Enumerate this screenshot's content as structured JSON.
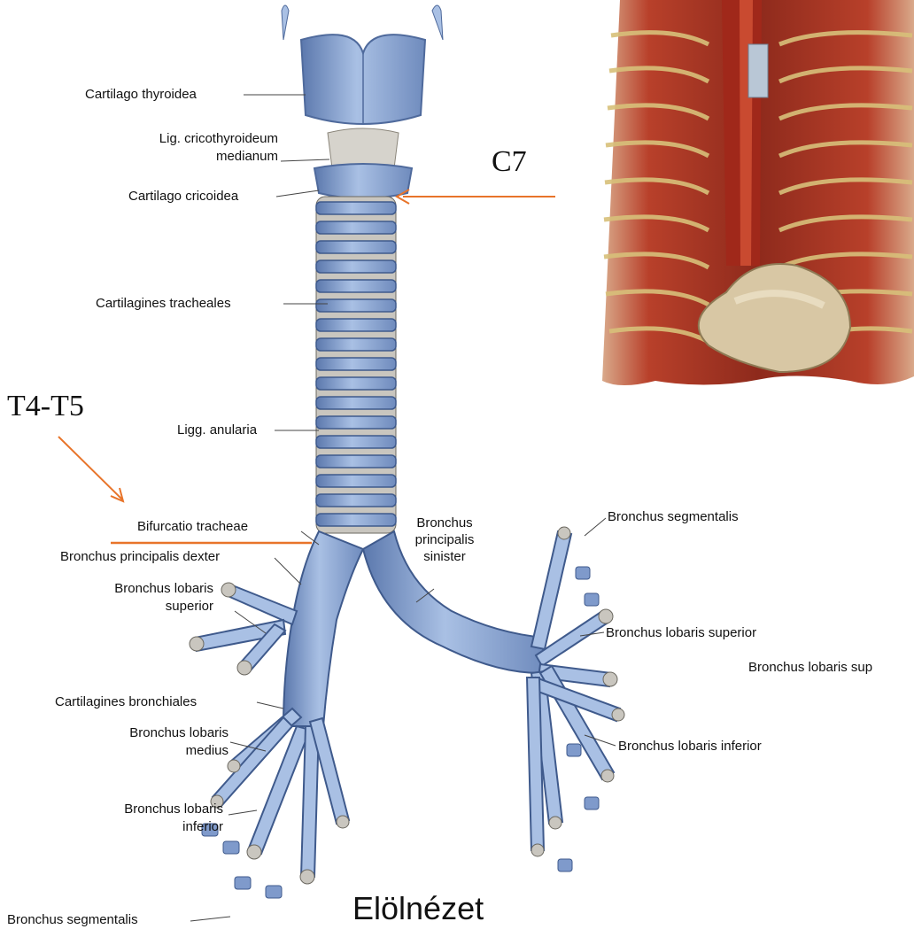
{
  "labels": {
    "cartilago_thyroidea": "Cartilago thyroidea",
    "lig_cricothyroideum_line1": "Lig. cricothyroideum",
    "lig_cricothyroideum_line2": "medianum",
    "cartilago_cricoidea": "Cartilago cricoidea",
    "cartilagines_tracheales": "Cartilagines tracheales",
    "ligg_anularia": "Ligg. anularia",
    "bifurcatio_tracheae": "Bifurcatio tracheae",
    "bronchus_principalis_dexter": "Bronchus principalis dexter",
    "bronchus_lobaris_superior_left_line1": "Bronchus lobaris",
    "bronchus_lobaris_superior_left_line2": "superior",
    "cartilagines_bronchiales": "Cartilagines bronchiales",
    "bronchus_lobaris_medius_line1": "Bronchus lobaris",
    "bronchus_lobaris_medius_line2": "medius",
    "bronchus_lobaris_inferior_left_line1": "Bronchus lobaris",
    "bronchus_lobaris_inferior_left_line2": "inferior",
    "bronchus_segmentalis_left": "Bronchus segmentalis",
    "bronchus_principalis_sinister_line1": "Bronchus",
    "bronchus_principalis_sinister_line2": "principalis",
    "bronchus_principalis_sinister_line3": "sinister",
    "bronchus_segmentalis_right": "Bronchus segmentalis",
    "bronchus_lobaris_superior_right": "Bronchus lobaris superior",
    "bronchus_lobaris_sup_cut": "Bronchus lobaris sup",
    "bronchus_lobaris_inferior_right": "Bronchus lobaris inferior"
  },
  "markers": {
    "c7": "C7",
    "t4_t5": "T4-T5"
  },
  "caption": "Elölnézet",
  "colors": {
    "marker_line": "#e8742a",
    "cartilage_blue": "#8fa9d4",
    "cartilage_blue_dark": "#5b78ad",
    "ligament_grey": "#c9c6bf",
    "muscle_red": "#b8402a",
    "muscle_dark": "#7a2318",
    "rib_yellow": "#d8c07a",
    "label_text": "#111111"
  }
}
